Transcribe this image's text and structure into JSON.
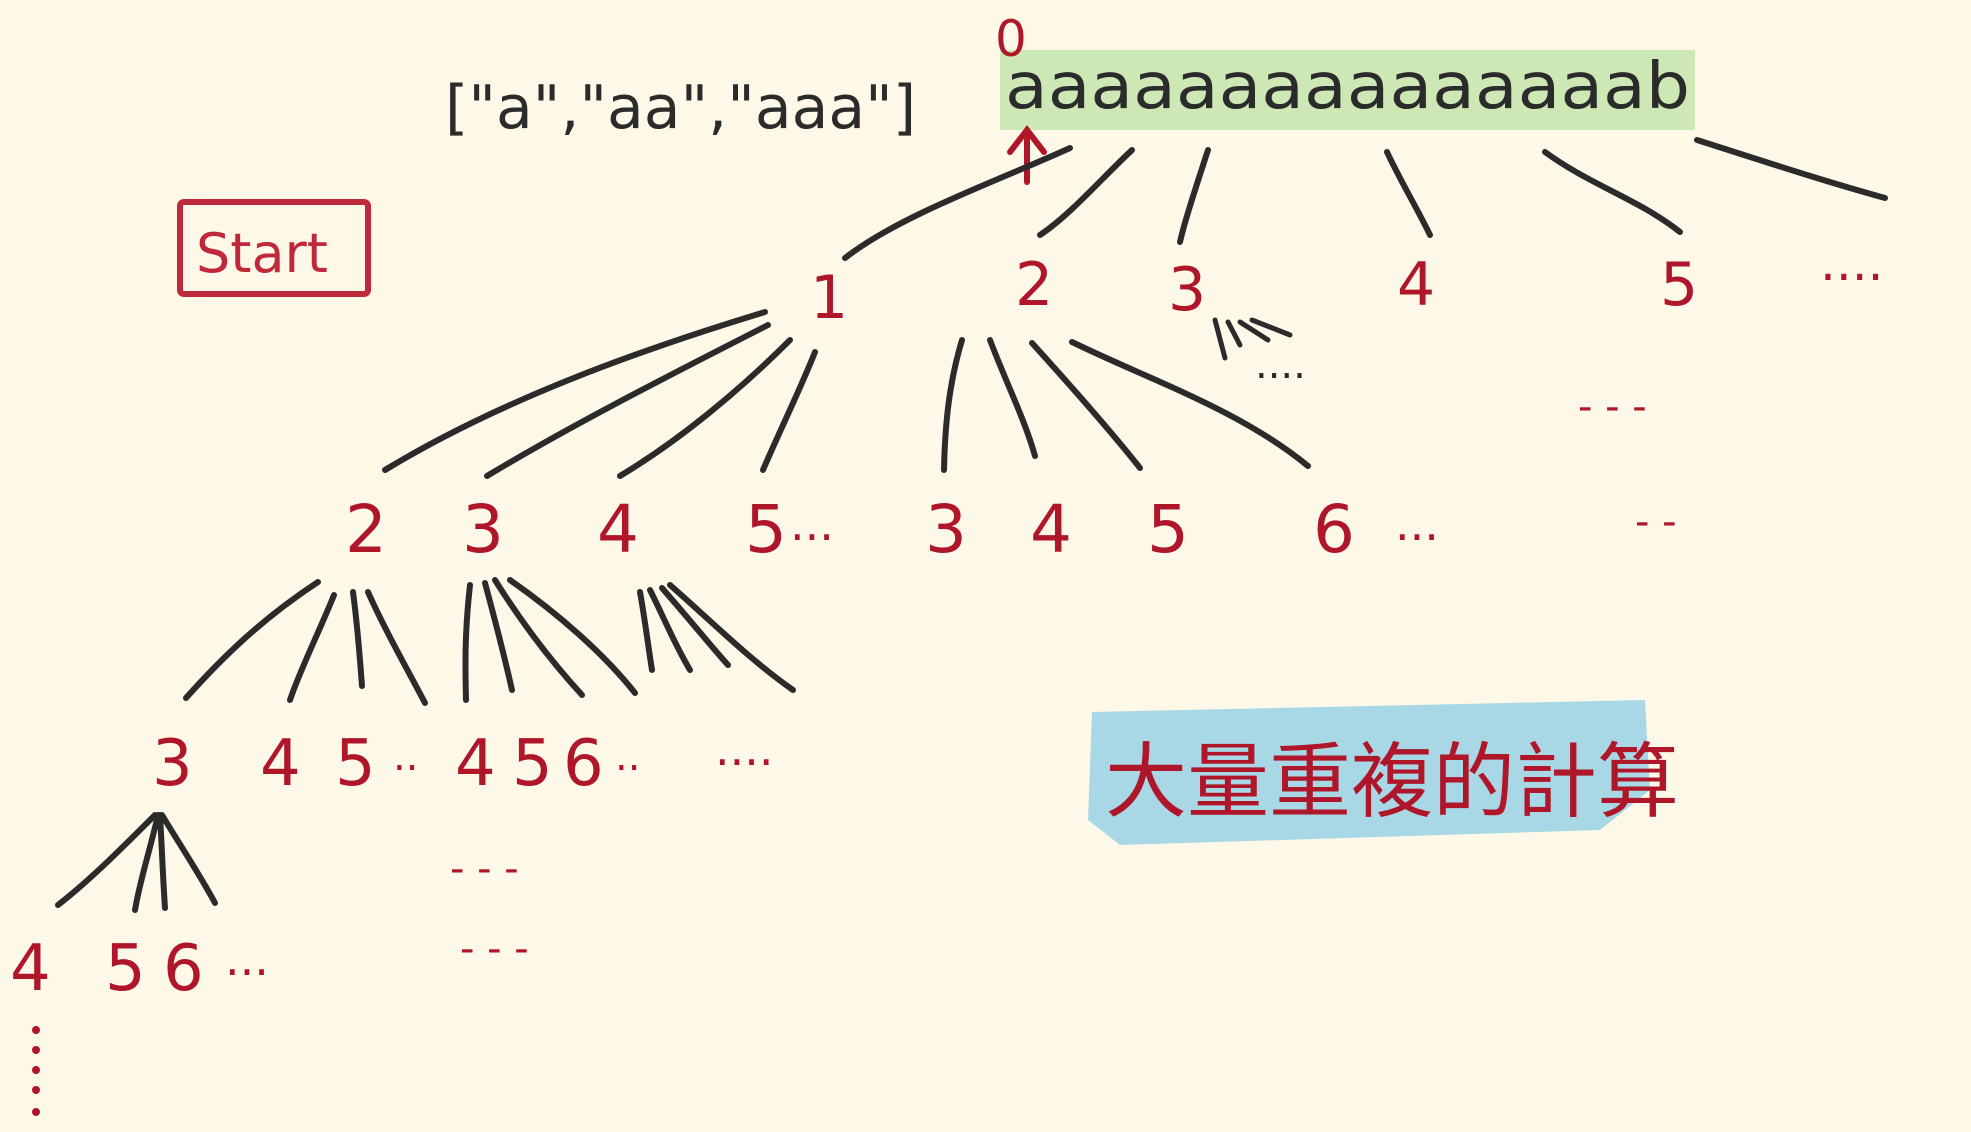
{
  "word_dict": "[\"a\",\"aa\",\"aaa\"]",
  "target_string": "aaaaaaaaaaaaaaab",
  "start_index": "0",
  "start_label": "Start",
  "highlight_note": "大量重複的計算",
  "tree": {
    "level1": [
      "1",
      "2",
      "3",
      "4",
      "5"
    ],
    "level2": [
      "2",
      "3",
      "4",
      "5",
      "3",
      "4",
      "5",
      "6"
    ],
    "level3": [
      "3",
      "4",
      "5",
      "4",
      "5",
      "6"
    ],
    "level4": [
      "4",
      "5",
      "6"
    ]
  },
  "ellipsis": {
    "short": "...",
    "dashes": "- - -",
    "dashes_short": "- -",
    "dots_long": "....",
    "vertical": ":"
  },
  "colors": {
    "background": "#fdf8e8",
    "ink": "#2b2b2b",
    "red": "#b0162a",
    "string_highlight": "#cde8b4",
    "note_highlight": "#a8d8e6"
  }
}
